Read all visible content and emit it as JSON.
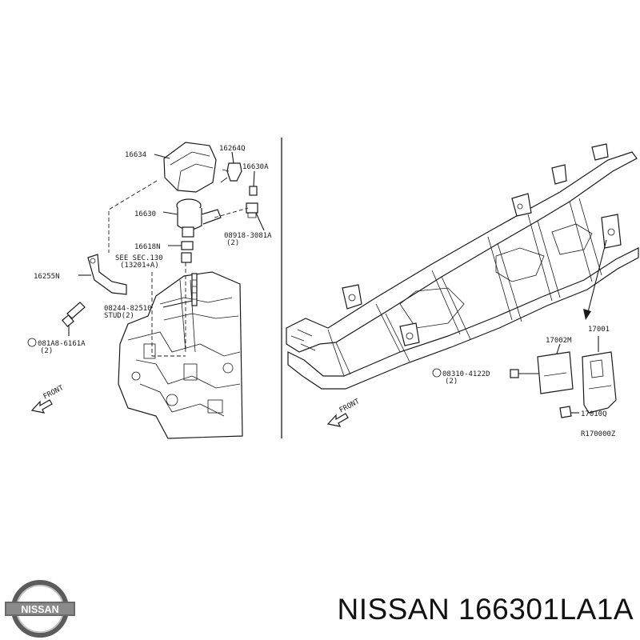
{
  "diagram": {
    "left_labels": {
      "p16634": "16634",
      "p16264q": "16264Q",
      "p16630a": "16630A",
      "p16630": "16630",
      "p08918": "08918-3081A",
      "p08918_qty": "(2)",
      "p16618n": "16618N",
      "see_sec": "SEE SEC.130",
      "see_sec_ref": "(13201+A)",
      "p16255n": "16255N",
      "p08244": "08244-82510",
      "p08244_note": "STUD(2)",
      "p081a8": "081A8-6161A",
      "p081a8_qty": "(2)",
      "front": "FRONT"
    },
    "right_labels": {
      "p17002m": "17002M",
      "p17001": "17001",
      "p08310": "08310-4122D",
      "p08310_qty": "(2)",
      "p17010q": "17010Q",
      "front": "FRONT",
      "ref": "R170000Z"
    }
  },
  "brand": {
    "logo_text": "NISSAN",
    "caption": "NISSAN 166301LA1A"
  }
}
